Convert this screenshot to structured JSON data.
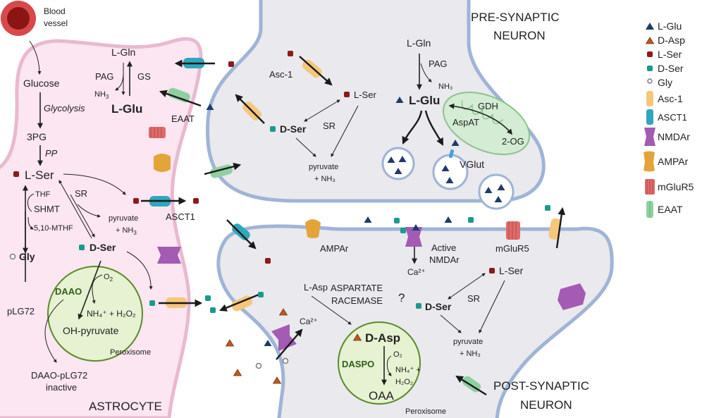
{
  "colors": {
    "astrocyte_fill": "#fbe6f1",
    "astrocyte_stroke": "#e9b9d0",
    "neuron_fill": "#e9e9ee",
    "neuron_stroke": "#9fb4d6",
    "peroxisome_fill": "#e6f2d2",
    "peroxisome_stroke": "#5a8a2a",
    "mito_fill": "#d3ecd3",
    "mito_stroke": "#8cc48c",
    "l_glu": "#1f3a6e",
    "d_asp": "#c0571e",
    "l_ser": "#8c1a1a",
    "d_ser": "#1a9a8e",
    "gly": "#7a7a7a",
    "asc1": "#f6c77a",
    "asct1": "#2fa7bd",
    "nmdar": "#a35bb3",
    "ampar": "#e3a43a",
    "mglur5": "#e06a6a",
    "eaat": "#8fd0a0",
    "blood_outer": "#d9484a",
    "blood_inner": "#8a1515"
  },
  "legend": [
    {
      "icon": "l-glu-triangle",
      "label": "L-Glu"
    },
    {
      "icon": "d-asp-triangle",
      "label": "D-Asp"
    },
    {
      "icon": "l-ser-square",
      "label": "L-Ser"
    },
    {
      "icon": "d-ser-square",
      "label": "D-Ser"
    },
    {
      "icon": "gly-circle",
      "label": "Gly"
    },
    {
      "icon": "asc1-transporter",
      "label": "Asc-1"
    },
    {
      "icon": "asct1-transporter",
      "label": "ASCT1"
    },
    {
      "icon": "nmda-receptor",
      "label": "NMDAr"
    },
    {
      "icon": "ampa-receptor",
      "label": "AMPAr"
    },
    {
      "icon": "mglur5-receptor",
      "label": "mGluR5"
    },
    {
      "icon": "eaat-transporter",
      "label": "EAAT"
    }
  ],
  "blood_vessel": {
    "line1": "Blood",
    "line2": "vessel"
  },
  "astrocyte": {
    "title": "ASTROCYTE",
    "glucose": "Glucose",
    "glycolysis": "Glycolysis",
    "pg3": "3PG",
    "pp": "PP",
    "l_ser": "L-Ser",
    "thf": "THF",
    "shmt": "SHMT",
    "mthf": "5,10-MTHF",
    "gly": "Gly",
    "sr": "SR",
    "pyruvate": "pyruvate",
    "nh3_plus": "+ NH",
    "sub3": "3",
    "d_ser": "D-Ser",
    "l_gln": "L-Gln",
    "pag": "PAG",
    "gs": "GS",
    "nh3": "NH",
    "l_glu": "L-Glu",
    "eaat": "EAAT",
    "asct1": "ASCT1",
    "daao": "DAAO",
    "o2": "O",
    "sub2": "2",
    "nh4_h2o2": "NH₄⁺ + H₂O₂",
    "oh_pyruvate": "OH-pyruvate",
    "peroxisome": "Peroxisome",
    "plg72": "pLG72",
    "daao_plg72_1": "DAAO-pLG72",
    "daao_plg72_2": "inactive"
  },
  "pre_synaptic": {
    "title1": "PRE-SYNAPTIC",
    "title2": "NEURON",
    "asc1": "Asc-1",
    "l_ser": "L-Ser",
    "d_ser": "D-Ser",
    "sr": "SR",
    "pyruvate": "pyruvate",
    "nh3_plus": "+ NH₃",
    "l_gln": "L-Gln",
    "pag": "PAG",
    "nh3": "NH₃",
    "l_glu": "L-Glu",
    "gdh": "GDH",
    "aspat": "AspAT",
    "og2": "2-OG",
    "vglut": "VGlut"
  },
  "post_synaptic": {
    "title1": "POST-SYNAPTIC",
    "title2": "NEURON",
    "ampar": "AMPAr",
    "active": "Active",
    "nmdar": "NMDAr",
    "ca1": "Ca²⁺",
    "ca2": "Ca²⁺",
    "mglur5": "mGluR5",
    "l_ser": "L-Ser",
    "d_ser": "D-Ser",
    "sr": "SR",
    "pyruvate": "pyruvate",
    "nh3_plus": "+ NH₃",
    "l_asp": "L-Asp",
    "racemase1": "ASPARTATE",
    "racemase2": "RACEMASE",
    "question": "?",
    "d_asp": "D-Asp",
    "daspo": "DASPO",
    "o2": "O₂",
    "nh4": "NH₄⁺ +",
    "h2o2": "H₂O₂",
    "oaa": "OAA",
    "peroxisome": "Peroxisome"
  }
}
